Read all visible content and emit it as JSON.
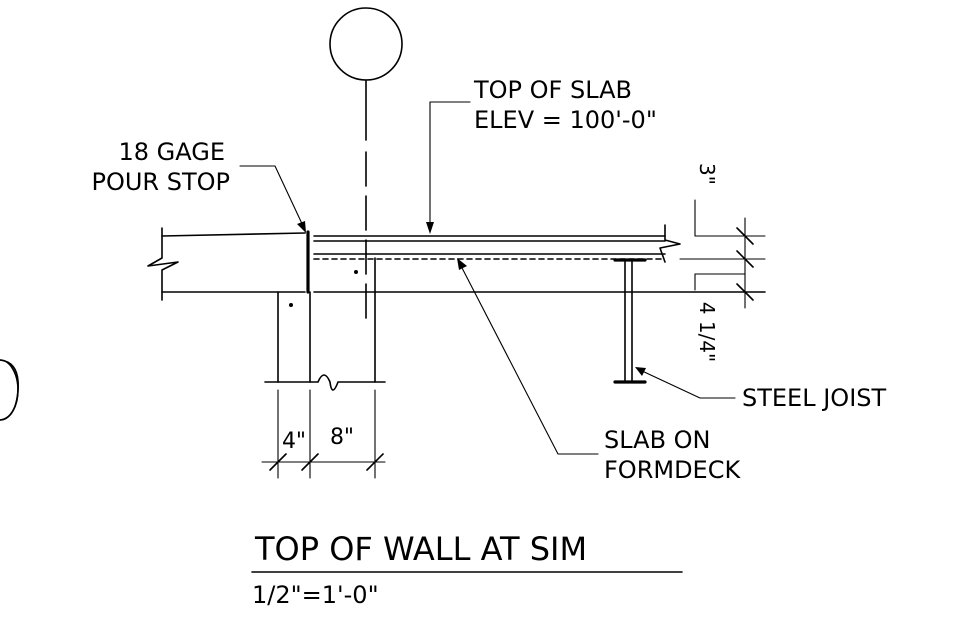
{
  "labels": {
    "top_of_slab_line1": "TOP OF SLAB",
    "top_of_slab_line2": "ELEV = 100'-0\"",
    "pour_stop_line1": "18 GAGE",
    "pour_stop_line2": "POUR STOP",
    "steel_joist": "STEEL JOIST",
    "slab_on_line1": "SLAB ON",
    "slab_on_line2": "FORMDECK"
  },
  "dimensions": {
    "slab_thickness": "3\"",
    "joist_depth": "4 1/4\"",
    "wall_left": "4\"",
    "wall_right": "8\""
  },
  "title": {
    "main": "TOP OF WALL AT SIM",
    "scale": "1/2\"=1'-0\""
  }
}
